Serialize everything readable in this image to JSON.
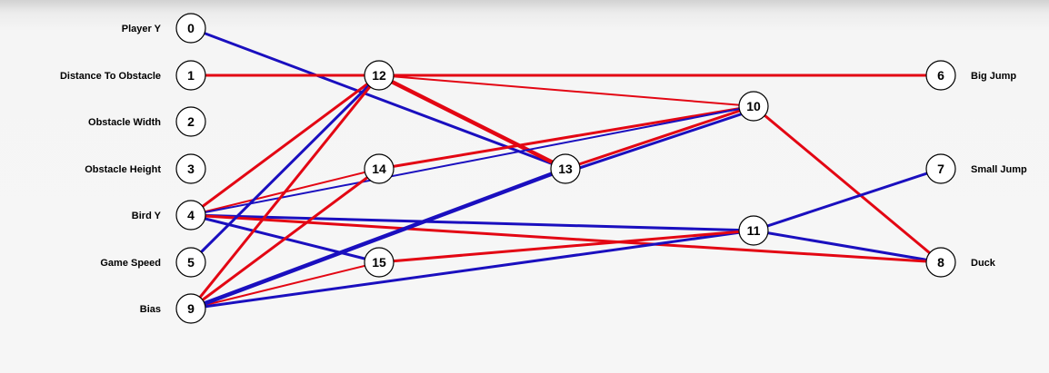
{
  "colors": {
    "positive": "#e30613",
    "negative": "#1a0fbf",
    "node_stroke": "#000000",
    "node_fill": "#ffffff"
  },
  "input_labels": {
    "n0": "Player Y",
    "n1": "Distance To Obstacle",
    "n2": "Obstacle Width",
    "n3": "Obstacle Height",
    "n4": "Bird Y",
    "n5": "Game Speed",
    "n9": "Bias"
  },
  "output_labels": {
    "n6": "Big Jump",
    "n7": "Small Jump",
    "n8": "Duck"
  },
  "nodes": [
    {
      "id": "0",
      "label": "0"
    },
    {
      "id": "1",
      "label": "1"
    },
    {
      "id": "2",
      "label": "2"
    },
    {
      "id": "3",
      "label": "3"
    },
    {
      "id": "4",
      "label": "4"
    },
    {
      "id": "5",
      "label": "5"
    },
    {
      "id": "9",
      "label": "9"
    },
    {
      "id": "12",
      "label": "12"
    },
    {
      "id": "14",
      "label": "14"
    },
    {
      "id": "15",
      "label": "15"
    },
    {
      "id": "13",
      "label": "13"
    },
    {
      "id": "10",
      "label": "10"
    },
    {
      "id": "11",
      "label": "11"
    },
    {
      "id": "6",
      "label": "6"
    },
    {
      "id": "7",
      "label": "7"
    },
    {
      "id": "8",
      "label": "8"
    }
  ],
  "connections": [
    {
      "from": "0",
      "to": "13",
      "color": "blue",
      "weight": "medium"
    },
    {
      "from": "1",
      "to": "12",
      "color": "red",
      "weight": "medium"
    },
    {
      "from": "12",
      "to": "6",
      "color": "red",
      "weight": "medium"
    },
    {
      "from": "12",
      "to": "10",
      "color": "red",
      "weight": "thin"
    },
    {
      "from": "12",
      "to": "13",
      "color": "red",
      "weight": "thick"
    },
    {
      "from": "14",
      "to": "10",
      "color": "red",
      "weight": "medium"
    },
    {
      "from": "13",
      "to": "10",
      "color": "red",
      "weight": "medium"
    },
    {
      "from": "13",
      "to": "10",
      "color": "blue",
      "weight": "medium"
    },
    {
      "from": "10",
      "to": "8",
      "color": "red",
      "weight": "medium"
    },
    {
      "from": "11",
      "to": "7",
      "color": "blue",
      "weight": "medium"
    },
    {
      "from": "11",
      "to": "8",
      "color": "blue",
      "weight": "medium"
    },
    {
      "from": "4",
      "to": "12",
      "color": "red",
      "weight": "medium"
    },
    {
      "from": "4",
      "to": "14",
      "color": "red",
      "weight": "thin"
    },
    {
      "from": "4",
      "to": "10",
      "color": "blue",
      "weight": "thin"
    },
    {
      "from": "4",
      "to": "11",
      "color": "blue",
      "weight": "medium"
    },
    {
      "from": "4",
      "to": "15",
      "color": "blue",
      "weight": "medium"
    },
    {
      "from": "4",
      "to": "8",
      "color": "red",
      "weight": "medium"
    },
    {
      "from": "5",
      "to": "12",
      "color": "blue",
      "weight": "medium"
    },
    {
      "from": "9",
      "to": "12",
      "color": "red",
      "weight": "medium"
    },
    {
      "from": "9",
      "to": "14",
      "color": "red",
      "weight": "medium"
    },
    {
      "from": "9",
      "to": "15",
      "color": "red",
      "weight": "thin"
    },
    {
      "from": "9",
      "to": "13",
      "color": "blue",
      "weight": "thick"
    },
    {
      "from": "9",
      "to": "11",
      "color": "blue",
      "weight": "medium"
    },
    {
      "from": "15",
      "to": "11",
      "color": "red",
      "weight": "medium"
    }
  ]
}
